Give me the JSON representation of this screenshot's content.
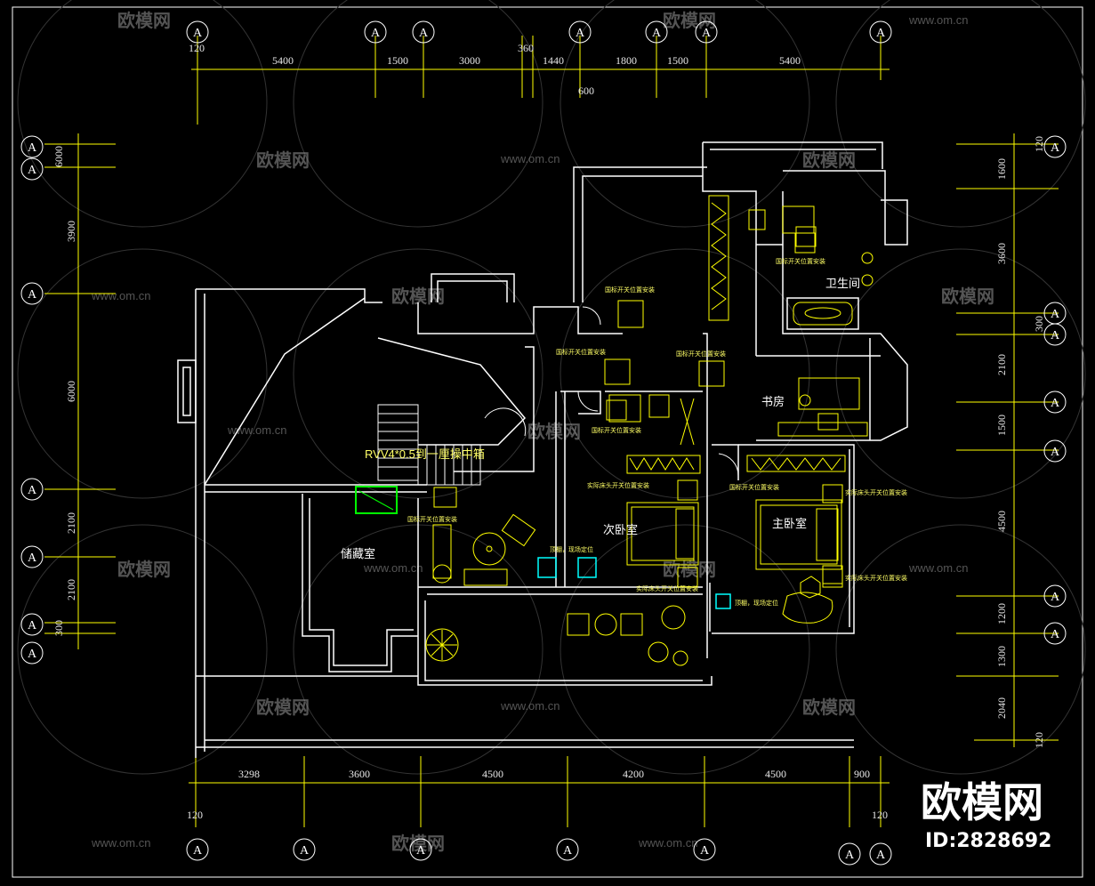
{
  "drawing": {
    "axis_bubble_label": "A",
    "top_dims_primary": [
      "120",
      "5400",
      "1500",
      "3000",
      "360",
      "1440",
      "1800",
      "1500",
      "5400"
    ],
    "top_dim_sub": "600",
    "bottom_dims": [
      "3298",
      "3600",
      "4500",
      "4200",
      "4500",
      "900"
    ],
    "bottom_small": [
      "120",
      "120"
    ],
    "left_dims": [
      "6000",
      "3900",
      "6000",
      "2100",
      "2100",
      "300"
    ],
    "right_dims": [
      "120",
      "1600",
      "3600",
      "300",
      "2100",
      "1500",
      "4500",
      "1200",
      "1300",
      "2040",
      "120"
    ],
    "rooms": {
      "storage": "储藏室",
      "second_bedroom": "次卧室",
      "master_bedroom": "主卧室",
      "study": "书房",
      "bathroom": "卫生间"
    },
    "cable_note": "RVV4*0.5到一厘操中箱",
    "notes": {
      "switch_std": "国标开关位置安装",
      "bedside_switch": "实际床头开关位置安装",
      "ceiling": "顶棚，现场定位"
    }
  },
  "watermark": {
    "logo_text": "欧模网",
    "url": "www.om.cn"
  },
  "brand": {
    "name": "欧模网",
    "id": "ID:2828692"
  },
  "colors": {
    "background": "#000000",
    "wall": "#ffffff",
    "dimension": "#ffff00",
    "furniture": "#ffff00",
    "cabinet_green": "#00ff00",
    "fixture_cyan": "#00ffff"
  }
}
